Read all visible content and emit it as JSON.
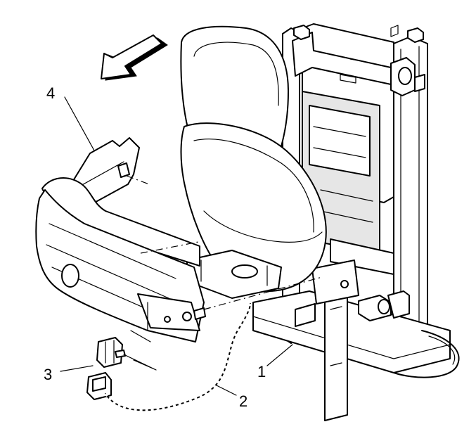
{
  "callouts": [
    {
      "id": "1",
      "text": "1"
    },
    {
      "id": "2",
      "text": "2"
    },
    {
      "id": "3",
      "text": "3"
    },
    {
      "id": "4",
      "text": "4"
    }
  ],
  "colors": {
    "line": "#000000",
    "background": "#ffffff",
    "shade": "#e6e6e6"
  },
  "icons": {
    "direction_arrow": "forward-direction-arrow-icon"
  }
}
